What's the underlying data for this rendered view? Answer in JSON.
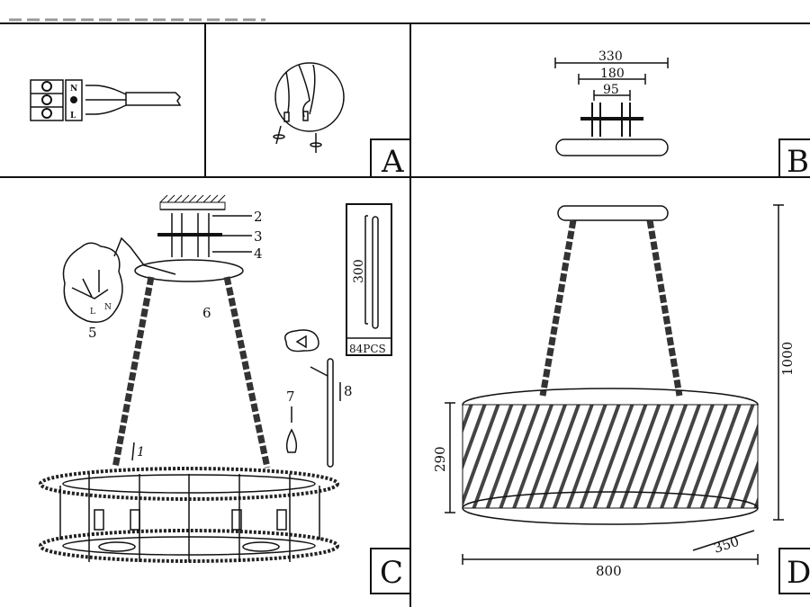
{
  "panels": {
    "a": {
      "label": "A",
      "terminal": {
        "n": "N",
        "l": "L"
      }
    },
    "b": {
      "label": "B",
      "dims": {
        "outer": "330",
        "middle": "180",
        "inner": "95"
      }
    },
    "c": {
      "label": "C",
      "parts": {
        "p1": "1",
        "p2": "2",
        "p3": "3",
        "p4": "4",
        "p5": "5",
        "p6": "6",
        "p7": "7",
        "p8": "8"
      },
      "terminal": {
        "n": "N",
        "l": "L"
      },
      "crystal": {
        "length": "300",
        "count": "84PCS"
      }
    },
    "d": {
      "label": "D",
      "dims": {
        "height_total": "1000",
        "height_body": "290",
        "width": "800",
        "depth": "350"
      }
    }
  }
}
